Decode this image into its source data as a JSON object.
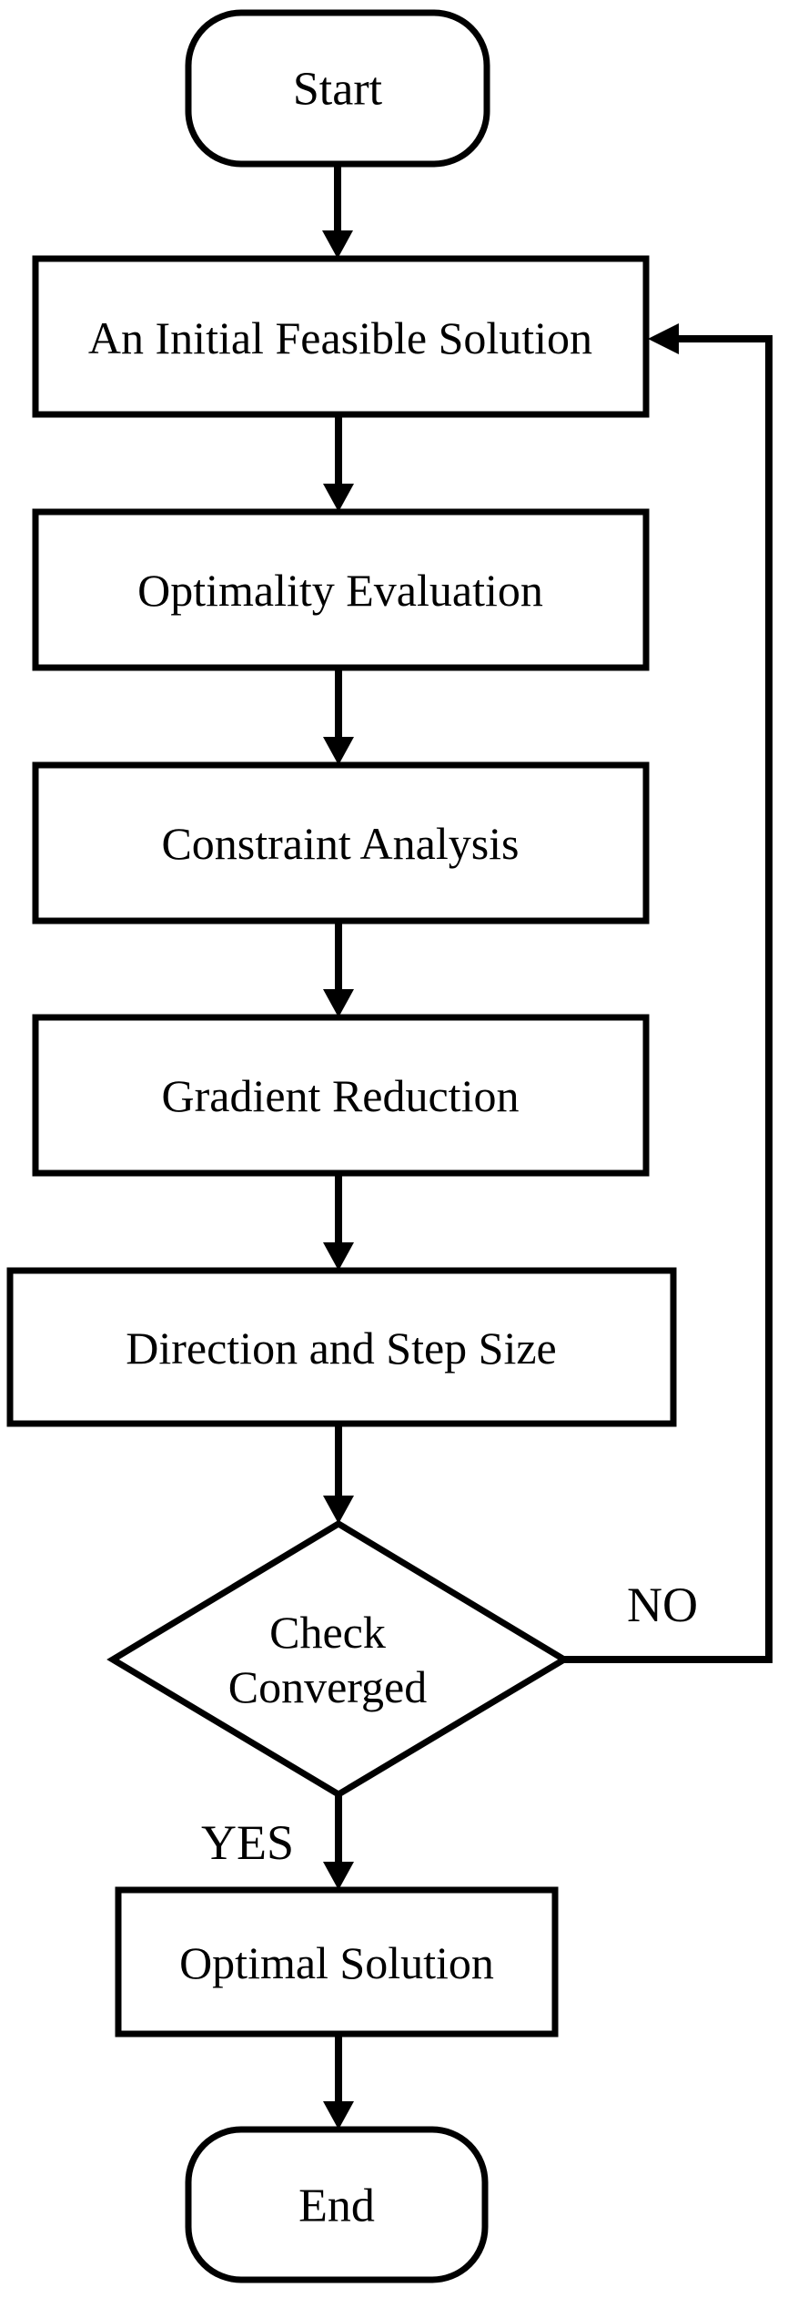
{
  "diagram": {
    "type": "flowchart",
    "colors": {
      "stroke": "#000000",
      "node_fill": "#ffffff",
      "background": "#ffffff",
      "text": "#000000"
    },
    "nodes": {
      "start": {
        "type": "terminator",
        "label": "Start"
      },
      "initial_feasible_solution": {
        "type": "process",
        "label": "An Initial Feasible Solution"
      },
      "optimality_evaluation": {
        "type": "process",
        "label": "Optimality Evaluation"
      },
      "constraint_analysis": {
        "type": "process",
        "label": "Constraint Analysis"
      },
      "gradient_reduction": {
        "type": "process",
        "label": "Gradient Reduction"
      },
      "direction_and_step_size": {
        "type": "process",
        "label": "Direction and Step Size"
      },
      "check_converged": {
        "type": "decision",
        "label_line1": "Check",
        "label_line2": "Converged"
      },
      "optimal_solution": {
        "type": "process",
        "label": "Optimal Solution"
      },
      "end": {
        "type": "terminator",
        "label": "End"
      }
    },
    "edges": {
      "no_branch": {
        "label": "NO",
        "from": "check_converged",
        "to": "initial_feasible_solution"
      },
      "yes_branch": {
        "label": "YES",
        "from": "check_converged",
        "to": "optimal_solution"
      }
    }
  }
}
